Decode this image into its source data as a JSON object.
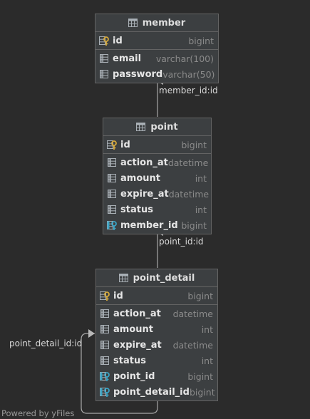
{
  "tables": {
    "member": {
      "name": "member",
      "pk": [
        {
          "name": "id",
          "type": "bigint",
          "icon": "primary-key-icon"
        }
      ],
      "columns": [
        {
          "name": "email",
          "type": "varchar(100)",
          "icon": "column-icon"
        },
        {
          "name": "password",
          "type": "varchar(50)",
          "icon": "column-icon"
        }
      ]
    },
    "point": {
      "name": "point",
      "pk": [
        {
          "name": "id",
          "type": "bigint",
          "icon": "primary-key-icon"
        }
      ],
      "columns": [
        {
          "name": "action_at",
          "type": "datetime",
          "icon": "column-icon"
        },
        {
          "name": "amount",
          "type": "int",
          "icon": "column-icon"
        },
        {
          "name": "expire_at",
          "type": "datetime",
          "icon": "column-icon"
        },
        {
          "name": "status",
          "type": "int",
          "icon": "column-icon"
        },
        {
          "name": "member_id",
          "type": "bigint",
          "icon": "foreign-key-icon"
        }
      ]
    },
    "point_detail": {
      "name": "point_detail",
      "pk": [
        {
          "name": "id",
          "type": "bigint",
          "icon": "primary-key-icon"
        }
      ],
      "columns": [
        {
          "name": "action_at",
          "type": "datetime",
          "icon": "column-icon"
        },
        {
          "name": "amount",
          "type": "int",
          "icon": "column-icon"
        },
        {
          "name": "expire_at",
          "type": "datetime",
          "icon": "column-icon"
        },
        {
          "name": "status",
          "type": "int",
          "icon": "column-icon"
        },
        {
          "name": "point_id",
          "type": "bigint",
          "icon": "foreign-key-icon"
        },
        {
          "name": "point_detail_id",
          "type": "bigint",
          "icon": "foreign-key-icon"
        }
      ]
    }
  },
  "edges": {
    "member_id": "member_id:id",
    "point_id": "point_id:id",
    "point_detail_id": "point_detail_id:id"
  },
  "watermark": "Powered by yFiles",
  "colors": {
    "background": "#2b2b2b",
    "box": "#3c3f41",
    "border": "#646464",
    "key_gold": "#d4a83a",
    "key_teal": "#3aa3c4",
    "icon_grey": "#a9b0b6"
  }
}
